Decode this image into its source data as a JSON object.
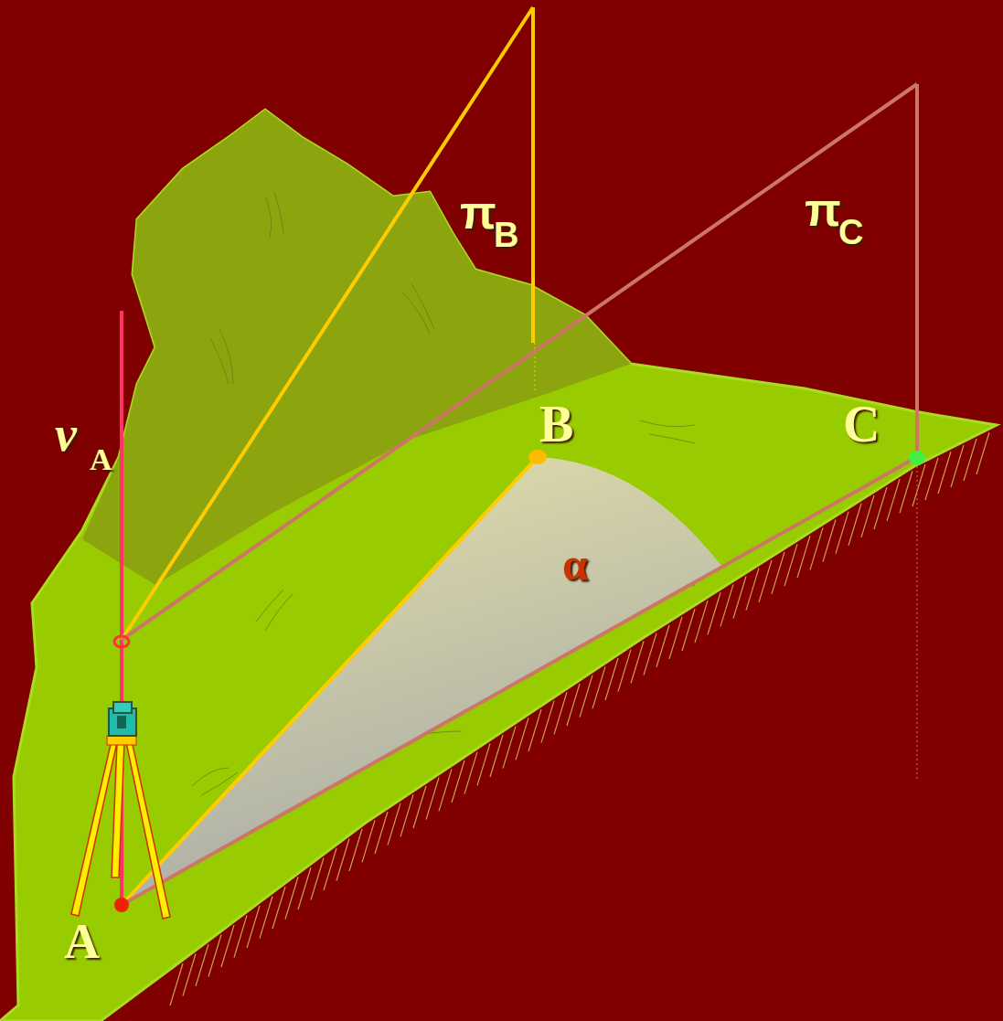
{
  "diagram": {
    "labels": [
      "v",
      "A",
      "π",
      "B",
      "π",
      "C",
      "B",
      "C",
      "α",
      "A"
    ]
  }
}
